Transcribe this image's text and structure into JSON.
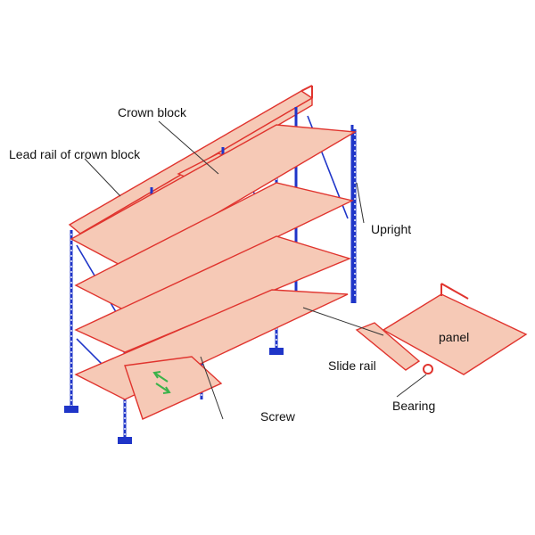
{
  "labels": {
    "crown_block": "Crown block",
    "lead_rail": "Lead rail of crown block",
    "upright": "Upright",
    "panel": "panel",
    "slide_rail": "Slide rail",
    "bearing": "Bearing",
    "screw": "Screw"
  },
  "colors": {
    "frame": "#1f35c8",
    "shelf": "#e0342e",
    "shelf_fill": "#f6c9b6",
    "arrow": "#3bb24a"
  }
}
